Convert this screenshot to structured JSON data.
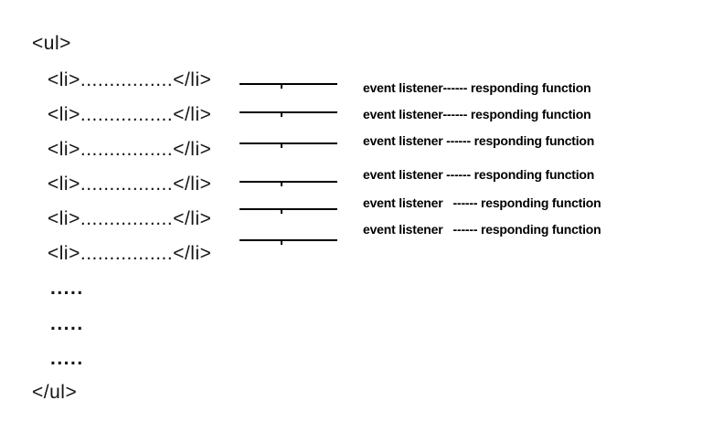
{
  "diagram": {
    "ul_open_tag": "<ul>",
    "ul_close_tag": "</ul>",
    "list_items": [
      "<li>................</li>",
      "<li>................</li>",
      "<li>................</li>",
      "<li>................</li>",
      "<li>................</li>",
      "<li>................</li>"
    ],
    "ellipsis_rows": [
      ".....",
      ".....",
      "....."
    ],
    "connections": [
      {
        "label": "event listener------ responding function"
      },
      {
        "label": "event listener------ responding function"
      },
      {
        "label": "event listener ------ responding function"
      },
      {
        "label": "event listener ------ responding function"
      },
      {
        "label": "event listener   ------ responding function"
      },
      {
        "label": "event listener   ------ responding function"
      }
    ],
    "colors": {
      "background": "#ffffff",
      "text": "#141414",
      "label_text": "#000000",
      "line": "#000000"
    }
  }
}
